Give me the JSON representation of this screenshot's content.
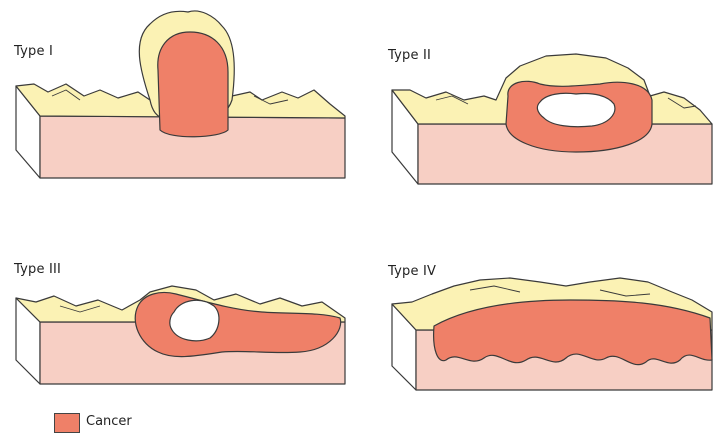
{
  "panels": [
    {
      "label": "Type I"
    },
    {
      "label": "Type II"
    },
    {
      "label": "Type III"
    },
    {
      "label": "Type IV"
    }
  ],
  "legend": {
    "label": "Cancer"
  },
  "colors": {
    "cancer": "#ef8068",
    "tissue": "#f7cfc4",
    "mucosa": "#fbf2b4",
    "outline": "#3a3a3a",
    "block_side": "#ffffff"
  }
}
